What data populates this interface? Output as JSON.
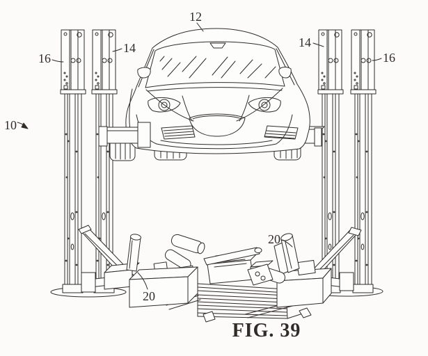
{
  "figure": {
    "caption": "FIG. 39",
    "ink_color": "#2f2c28",
    "paper_color": "#fcfbf9",
    "labels": {
      "lift_system": "10",
      "vehicle": "12",
      "column_front": "14",
      "column_rear": "16",
      "tool_assembly": "20"
    }
  }
}
